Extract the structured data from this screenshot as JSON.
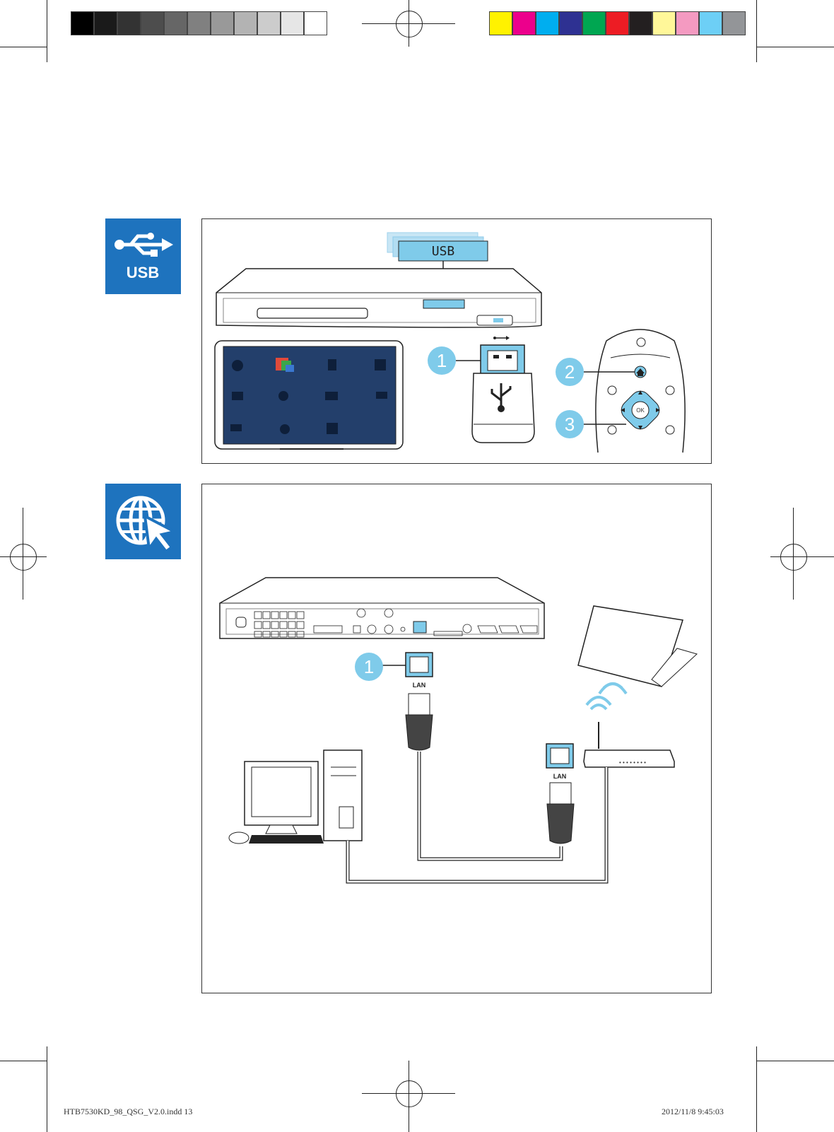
{
  "color_bars": {
    "grayscale": [
      "#000000",
      "#1a1a1a",
      "#333333",
      "#4d4d4d",
      "#666666",
      "#808080",
      "#999999",
      "#b3b3b3",
      "#cccccc",
      "#e6e6e6",
      "#ffffff"
    ],
    "process": [
      "#fff200",
      "#ec008c",
      "#00aeef",
      "#2e3192",
      "#00a651",
      "#ed1c24",
      "#231f20",
      "#fff799",
      "#f49ac1",
      "#6dcff6",
      "#939598"
    ]
  },
  "usb_section": {
    "tile_label": "USB",
    "display_text": "USB",
    "step_labels": [
      "1",
      "2",
      "3"
    ],
    "ok_label": "OK"
  },
  "network_section": {
    "step_label": "1",
    "lan_labels": [
      "LAN",
      "LAN"
    ]
  },
  "footer": {
    "file_name": "HTB7530KD_98_QSG_V2.0.indd   13",
    "timestamp": "2012/11/8   9:45:03"
  },
  "accent_color": "#1e73be",
  "highlight_color": "#7fcbea"
}
